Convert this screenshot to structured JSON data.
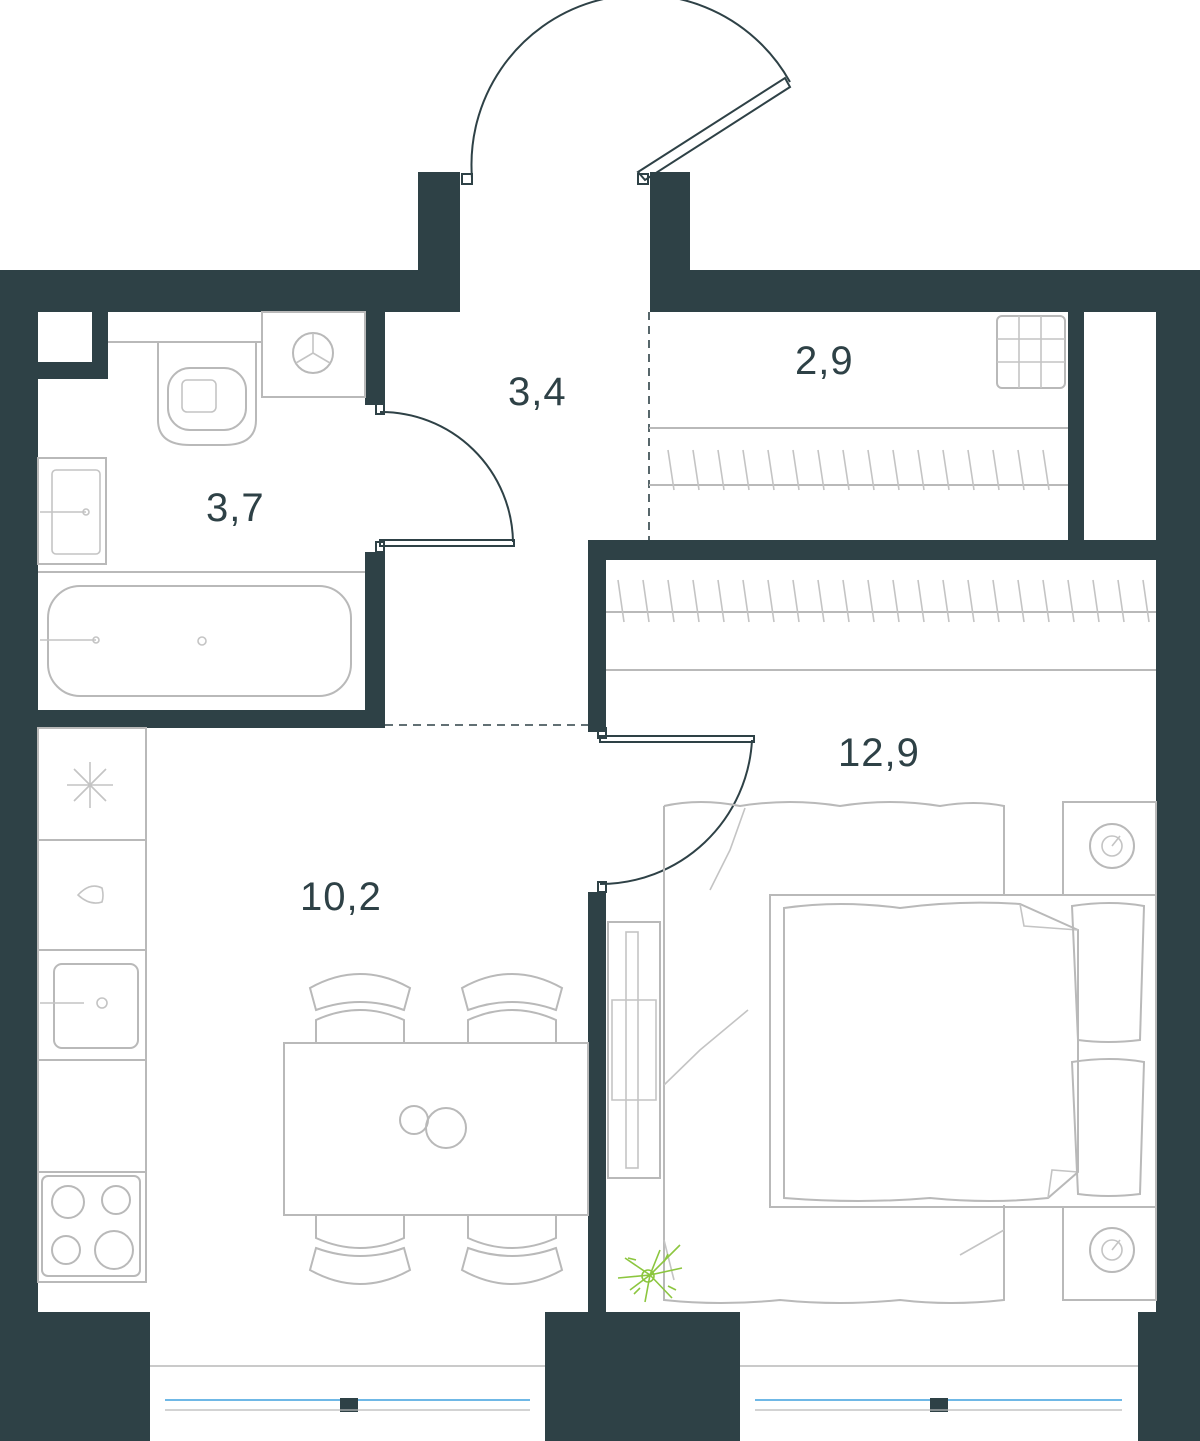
{
  "plan": {
    "colors": {
      "wall": "#2e4146",
      "furniture": "#b9b9b9",
      "window_glass": "#6fb8e6",
      "plant": "#8cc63f"
    },
    "rooms": [
      {
        "id": "bathroom",
        "area": "3,7"
      },
      {
        "id": "hallway",
        "area": "3,4"
      },
      {
        "id": "wardrobe",
        "area": "2,9"
      },
      {
        "id": "kitchen-living",
        "area": "10,2"
      },
      {
        "id": "bedroom",
        "area": "12,9"
      }
    ]
  }
}
